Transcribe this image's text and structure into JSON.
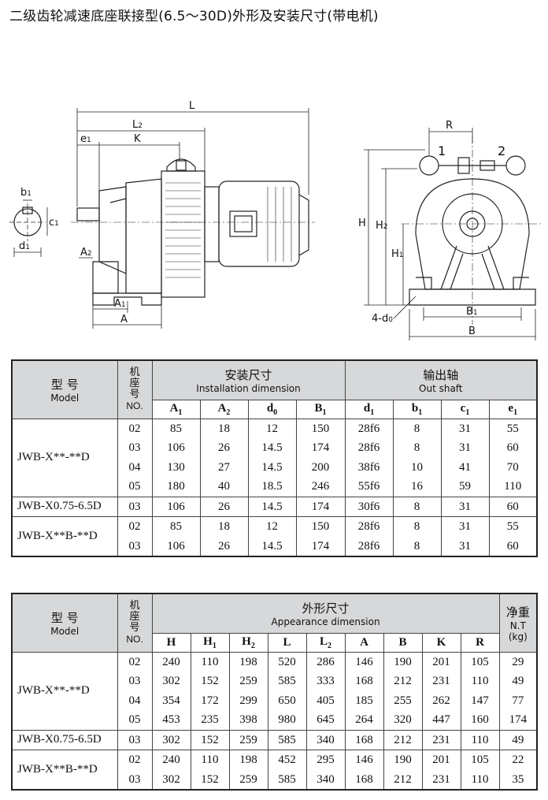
{
  "title": "二级齿轮减速底座联接型(6.5～30D)外形及安装尺寸(带电机)",
  "drawing": {
    "labels": {
      "L": "L",
      "L2": "L",
      "L2_sub": "2",
      "K": "K",
      "e1": "e",
      "e1_sub": "1",
      "b1": "b",
      "b1_sub": "1",
      "c1": "c",
      "c1_sub": "1",
      "d1": "d",
      "d1_sub": "1",
      "A2": "A",
      "A2_sub": "2",
      "A1": "A",
      "A1_sub": "1",
      "A": "A",
      "R": "R",
      "H": "H",
      "H2": "H",
      "H2_sub": "2",
      "H1": "H",
      "H1_sub": "1",
      "B1": "B",
      "B1_sub": "1",
      "B": "B",
      "d0": "4-d",
      "d0_sub": "0",
      "shaft1": "1",
      "shaft2": "2"
    }
  },
  "table1": {
    "model_cn": "型  号",
    "model_en": "Model",
    "no_cn": [
      "机",
      "座",
      "号"
    ],
    "no_en": "NO.",
    "group1_cn": "安装尺寸",
    "group1_en": "Installation dimension",
    "group2_cn": "输出轴",
    "group2_en": "Out shaft",
    "cols": [
      "A1",
      "A2",
      "d0",
      "B1",
      "d1",
      "b1",
      "c1",
      "e1"
    ],
    "groups": [
      {
        "model": "JWB-X**-**D",
        "rows": [
          [
            "02",
            "85",
            "18",
            "12",
            "150",
            "28f6",
            "8",
            "31",
            "55"
          ],
          [
            "03",
            "106",
            "26",
            "14.5",
            "174",
            "28f6",
            "8",
            "31",
            "60"
          ],
          [
            "04",
            "130",
            "27",
            "14.5",
            "200",
            "38f6",
            "10",
            "41",
            "70"
          ],
          [
            "05",
            "180",
            "40",
            "18.5",
            "246",
            "55f6",
            "16",
            "59",
            "110"
          ]
        ]
      },
      {
        "model": "JWB-X0.75-6.5D",
        "rows": [
          [
            "03",
            "106",
            "26",
            "14.5",
            "174",
            "30f6",
            "8",
            "31",
            "60"
          ]
        ]
      },
      {
        "model": "JWB-X**B-**D",
        "rows": [
          [
            "02",
            "85",
            "18",
            "12",
            "150",
            "28f6",
            "8",
            "31",
            "55"
          ],
          [
            "03",
            "106",
            "26",
            "14.5",
            "174",
            "28f6",
            "8",
            "31",
            "60"
          ]
        ]
      }
    ]
  },
  "table2": {
    "model_cn": "型  号",
    "model_en": "Model",
    "no_cn": [
      "机",
      "座",
      "号"
    ],
    "no_en": "NO.",
    "group1_cn": "外形尺寸",
    "group1_en": "Appearance dimension",
    "weight_cn": "净重",
    "weight_en": "N.T",
    "weight_unit": "(kg)",
    "cols": [
      "H",
      "H1",
      "H2",
      "L",
      "L2",
      "A",
      "B",
      "K",
      "R"
    ],
    "groups": [
      {
        "model": "JWB-X**-**D",
        "rows": [
          [
            "02",
            "240",
            "110",
            "198",
            "520",
            "286",
            "146",
            "190",
            "201",
            "105",
            "29"
          ],
          [
            "03",
            "302",
            "152",
            "259",
            "585",
            "333",
            "168",
            "212",
            "231",
            "110",
            "49"
          ],
          [
            "04",
            "354",
            "172",
            "299",
            "650",
            "405",
            "185",
            "255",
            "262",
            "147",
            "77"
          ],
          [
            "05",
            "453",
            "235",
            "398",
            "980",
            "645",
            "264",
            "320",
            "447",
            "160",
            "174"
          ]
        ]
      },
      {
        "model": "JWB-X0.75-6.5D",
        "rows": [
          [
            "03",
            "302",
            "152",
            "259",
            "585",
            "340",
            "168",
            "212",
            "231",
            "110",
            "49"
          ]
        ]
      },
      {
        "model": "JWB-X**B-**D",
        "rows": [
          [
            "02",
            "240",
            "110",
            "198",
            "452",
            "295",
            "146",
            "190",
            "201",
            "105",
            "22"
          ],
          [
            "03",
            "302",
            "152",
            "259",
            "585",
            "340",
            "168",
            "212",
            "231",
            "110",
            "35"
          ]
        ]
      }
    ]
  }
}
